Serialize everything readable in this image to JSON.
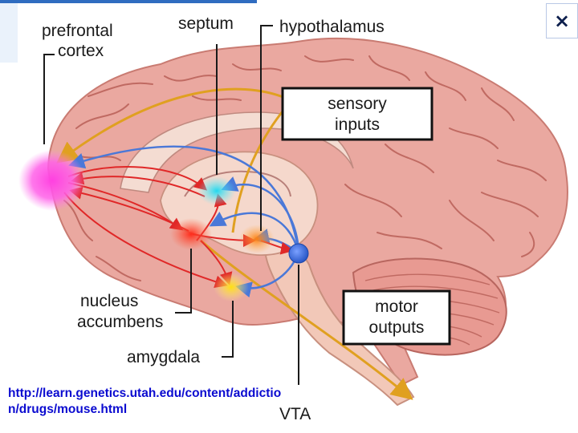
{
  "labels": {
    "prefrontal_line1": "prefrontal",
    "prefrontal_line2": "cortex",
    "septum": "septum",
    "hypothalamus": "hypothalamus",
    "nucleus_line1": "nucleus",
    "nucleus_line2": "accumbens",
    "amygdala": "amygdala",
    "vta": "VTA"
  },
  "boxes": {
    "sensory_line1": "sensory",
    "sensory_line2": "inputs",
    "motor_line1": "motor",
    "motor_line2": "outputs"
  },
  "source_url": "http://learn.genetics.utah.edu/content/addiction/drugs/mouse.html",
  "close_icon": "×",
  "colors": {
    "brain": "#e9a8a0",
    "brain_fold": "#c9766e",
    "orange_pathway": "#e0a020",
    "blue_pathway": "#4a78d8",
    "red_pathway": "#e02828",
    "prefrontal": "#ff40e0",
    "septum": "#33ddee",
    "nucleus": "#ff3a2a",
    "hypothalamus": "#ff8a20",
    "amygdala": "#ffe020",
    "vta": "#3a70e0",
    "url": "#0b0bd0"
  }
}
